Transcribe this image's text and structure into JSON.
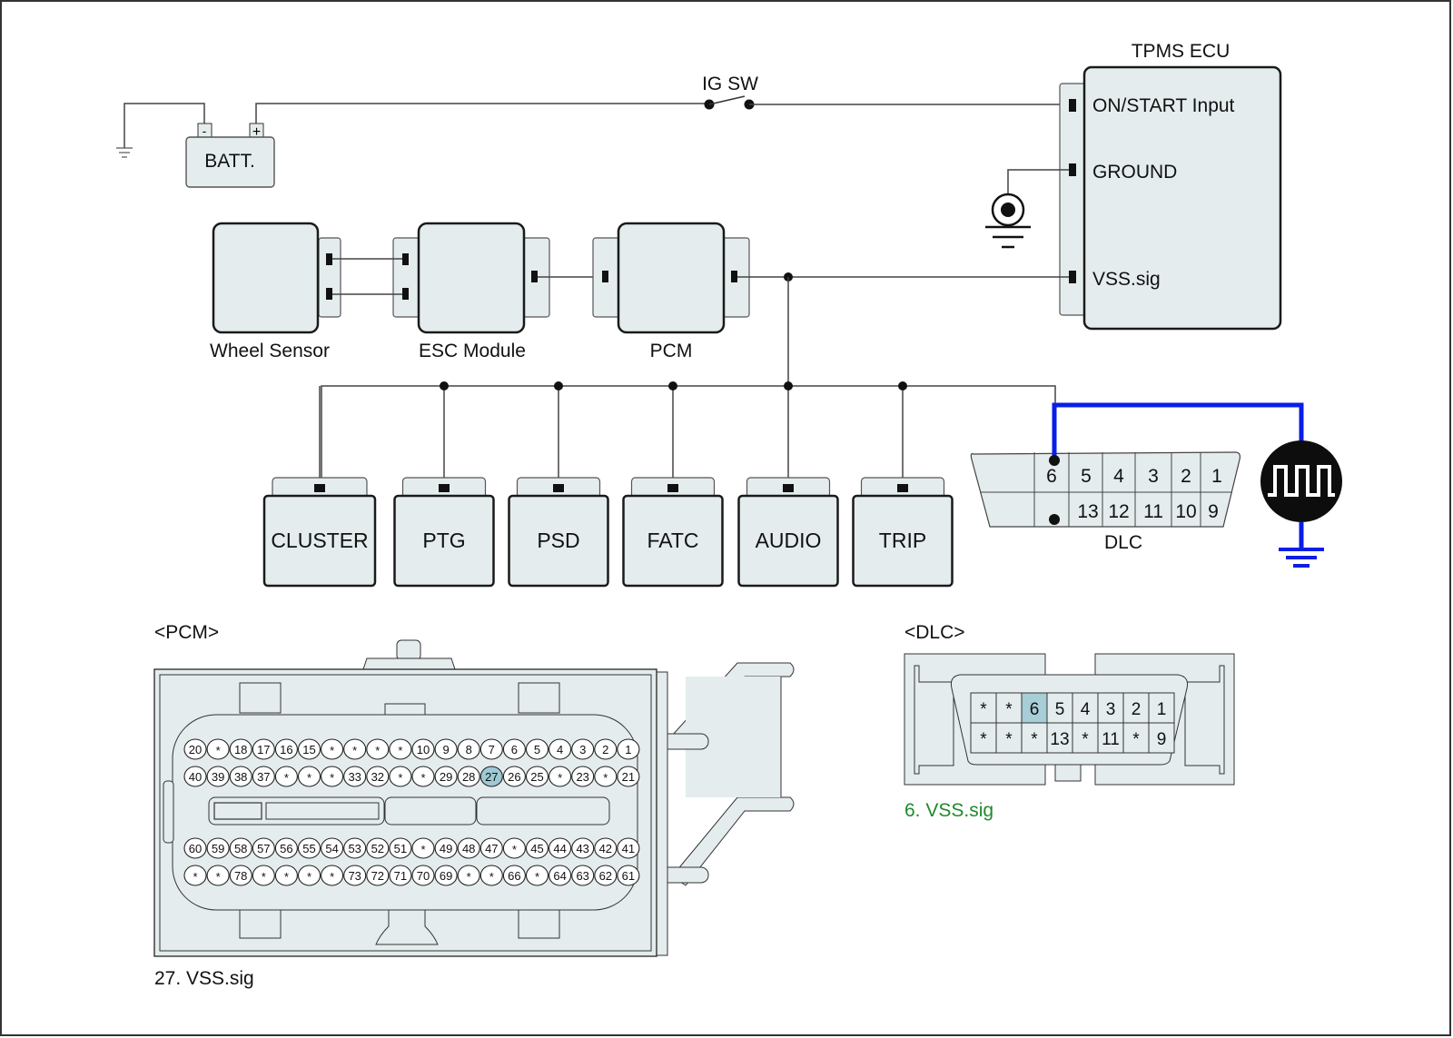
{
  "diagram": {
    "battery": {
      "label": "BATT.",
      "neg": "-",
      "pos": "+"
    },
    "ig_switch": {
      "label": "IG SW"
    },
    "tpms_ecu": {
      "title": "TPMS ECU",
      "pins": [
        "ON/START Input",
        "GROUND",
        "VSS.sig"
      ]
    },
    "modules": {
      "wheel_sensor": "Wheel Sensor",
      "esc_module": "ESC Module",
      "pcm": "PCM"
    },
    "bus_modules": [
      "CLUSTER",
      "PTG",
      "PSD",
      "FATC",
      "AUDIO",
      "TRIP"
    ],
    "dlc_symbol": {
      "label": "DLC",
      "top_row": [
        "",
        "",
        "6",
        "5",
        "4",
        "3",
        "2",
        "1"
      ],
      "bottom_row": [
        "",
        "",
        "",
        "13",
        "12",
        "11",
        "10",
        "9"
      ]
    },
    "scope_icon": "oscilloscope-square-wave-icon",
    "accent_color": "#0a1ee6"
  },
  "pcm_connector": {
    "title": "<PCM>",
    "rows": [
      [
        "20",
        "*",
        "18",
        "17",
        "16",
        "15",
        "*",
        "*",
        "*",
        "*",
        "10",
        "9",
        "8",
        "7",
        "6",
        "5",
        "4",
        "3",
        "2",
        "1"
      ],
      [
        "40",
        "39",
        "38",
        "37",
        "*",
        "*",
        "*",
        "33",
        "32",
        "*",
        "*",
        "29",
        "28",
        "27",
        "26",
        "25",
        "*",
        "23",
        "*",
        "21"
      ],
      [
        "60",
        "59",
        "58",
        "57",
        "56",
        "55",
        "54",
        "53",
        "52",
        "51",
        "*",
        "49",
        "48",
        "47",
        "*",
        "45",
        "44",
        "43",
        "42",
        "41"
      ],
      [
        "*",
        "*",
        "78",
        "*",
        "*",
        "*",
        "*",
        "73",
        "72",
        "71",
        "70",
        "69",
        "*",
        "*",
        "66",
        "*",
        "64",
        "63",
        "62",
        "61"
      ]
    ],
    "highlight_pin": "27",
    "highlight_color": "#9ec8d4",
    "caption": "27. VSS.sig"
  },
  "dlc_connector": {
    "title": "<DLC>",
    "rows": [
      [
        "*",
        "*",
        "6",
        "5",
        "4",
        "3",
        "2",
        "1"
      ],
      [
        "*",
        "*",
        "*",
        "13",
        "*",
        "11",
        "*",
        "9"
      ]
    ],
    "highlight_pin": "6",
    "highlight_color": "#a7cdd6",
    "caption": "6. VSS.sig",
    "caption_color": "#1e8a2a"
  }
}
